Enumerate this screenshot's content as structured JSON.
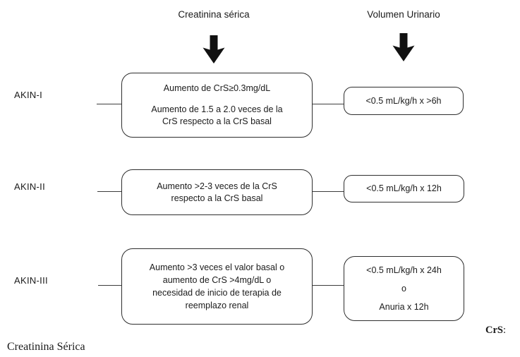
{
  "figure": {
    "columns": [
      {
        "title": "Creatinina sérica"
      },
      {
        "title": "Volumen Urinario"
      }
    ],
    "rows": [
      {
        "label": "AKIN-I",
        "creatinine_lines": [
          "Aumento de CrS≥0.3mg/dL",
          "Aumento de 1.5 a 2.0 veces de la",
          "CrS respecto a la CrS basal"
        ],
        "urine_lines": [
          "<0.5 mL/kg/h x >6h"
        ]
      },
      {
        "label": "AKIN-II",
        "creatinine_lines": [
          "Aumento >2-3 veces de la CrS",
          "respecto a la CrS basal"
        ],
        "urine_lines": [
          "<0.5 mL/kg/h x 12h"
        ]
      },
      {
        "label": "AKIN-III",
        "creatinine_lines": [
          "Aumento >3 veces el valor basal o",
          "aumento de CrS >4mg/dL o",
          "necesidad de inicio de terapia de",
          "reemplazo renal"
        ],
        "urine_lines": [
          "<0.5 mL/kg/h x 24h",
          "o",
          "Anuria x 12h"
        ]
      }
    ],
    "footnote": {
      "abbr": "CrS",
      "separator": ":",
      "definition": "Creatinina Sérica"
    }
  },
  "colors": {
    "text": "#1b1b1b",
    "box_border": "#2e2e2e",
    "connector": "#3d3d3d",
    "arrow": "#111111",
    "background": "#ffffff"
  }
}
